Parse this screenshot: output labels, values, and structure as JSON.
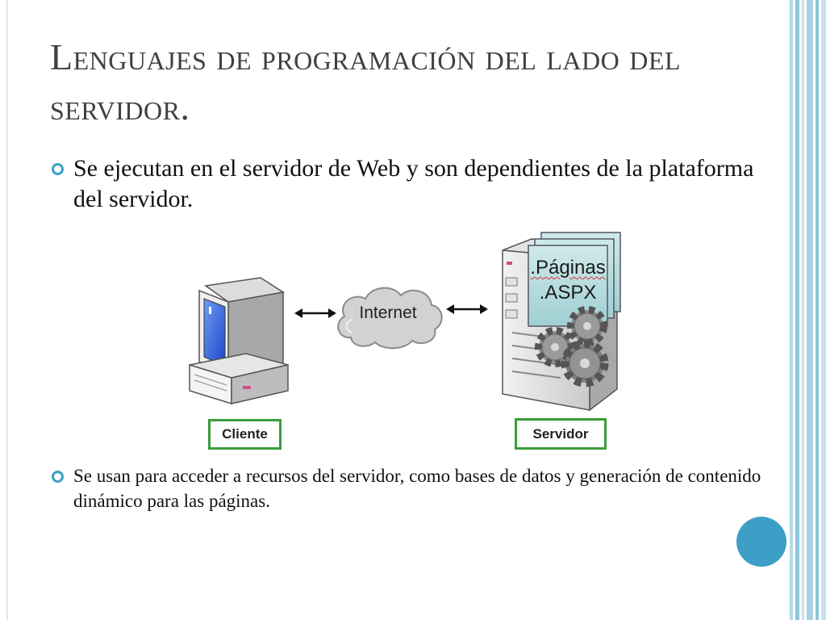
{
  "slide": {
    "title": "Lenguajes de programación del lado del servidor.",
    "bullets": [
      "Se ejecutan en el servidor de Web y son dependientes de la plataforma del servidor.",
      "Se usan para acceder a recursos del servidor, como bases de datos y generación de contenido dinámico para las páginas."
    ]
  },
  "diagram": {
    "client_label": "Cliente",
    "cloud_label": "Internet",
    "server_label": "Servidor",
    "pages_line1": ".Páginas",
    "pages_line2": ".ASPX"
  },
  "colors": {
    "accent": "#3d9fc6",
    "label_border": "#3b9c3b",
    "title": "#404040"
  }
}
